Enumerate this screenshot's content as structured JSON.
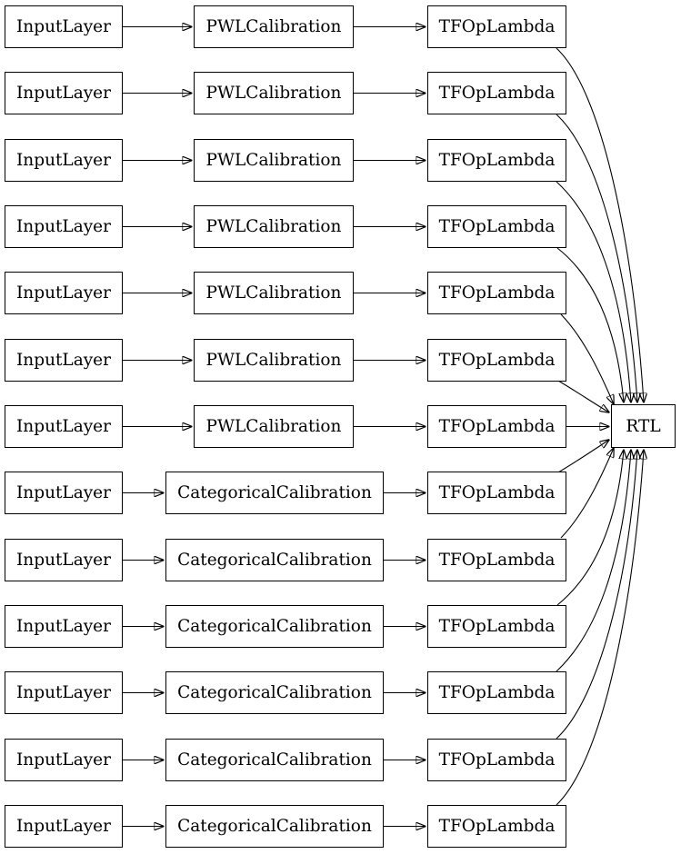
{
  "diagram": {
    "output_label": "RTL",
    "rows": [
      {
        "input": "InputLayer",
        "calib": "PWLCalibration",
        "lambda": "TFOpLambda"
      },
      {
        "input": "InputLayer",
        "calib": "PWLCalibration",
        "lambda": "TFOpLambda"
      },
      {
        "input": "InputLayer",
        "calib": "PWLCalibration",
        "lambda": "TFOpLambda"
      },
      {
        "input": "InputLayer",
        "calib": "PWLCalibration",
        "lambda": "TFOpLambda"
      },
      {
        "input": "InputLayer",
        "calib": "PWLCalibration",
        "lambda": "TFOpLambda"
      },
      {
        "input": "InputLayer",
        "calib": "PWLCalibration",
        "lambda": "TFOpLambda"
      },
      {
        "input": "InputLayer",
        "calib": "PWLCalibration",
        "lambda": "TFOpLambda"
      },
      {
        "input": "InputLayer",
        "calib": "CategoricalCalibration",
        "lambda": "TFOpLambda"
      },
      {
        "input": "InputLayer",
        "calib": "CategoricalCalibration",
        "lambda": "TFOpLambda"
      },
      {
        "input": "InputLayer",
        "calib": "CategoricalCalibration",
        "lambda": "TFOpLambda"
      },
      {
        "input": "InputLayer",
        "calib": "CategoricalCalibration",
        "lambda": "TFOpLambda"
      },
      {
        "input": "InputLayer",
        "calib": "CategoricalCalibration",
        "lambda": "TFOpLambda"
      },
      {
        "input": "InputLayer",
        "calib": "CategoricalCalibration",
        "lambda": "TFOpLambda"
      }
    ],
    "colors": {
      "node_border": "#000000",
      "node_fill": "#ffffff",
      "edge": "#000000",
      "text": "#000000"
    }
  }
}
